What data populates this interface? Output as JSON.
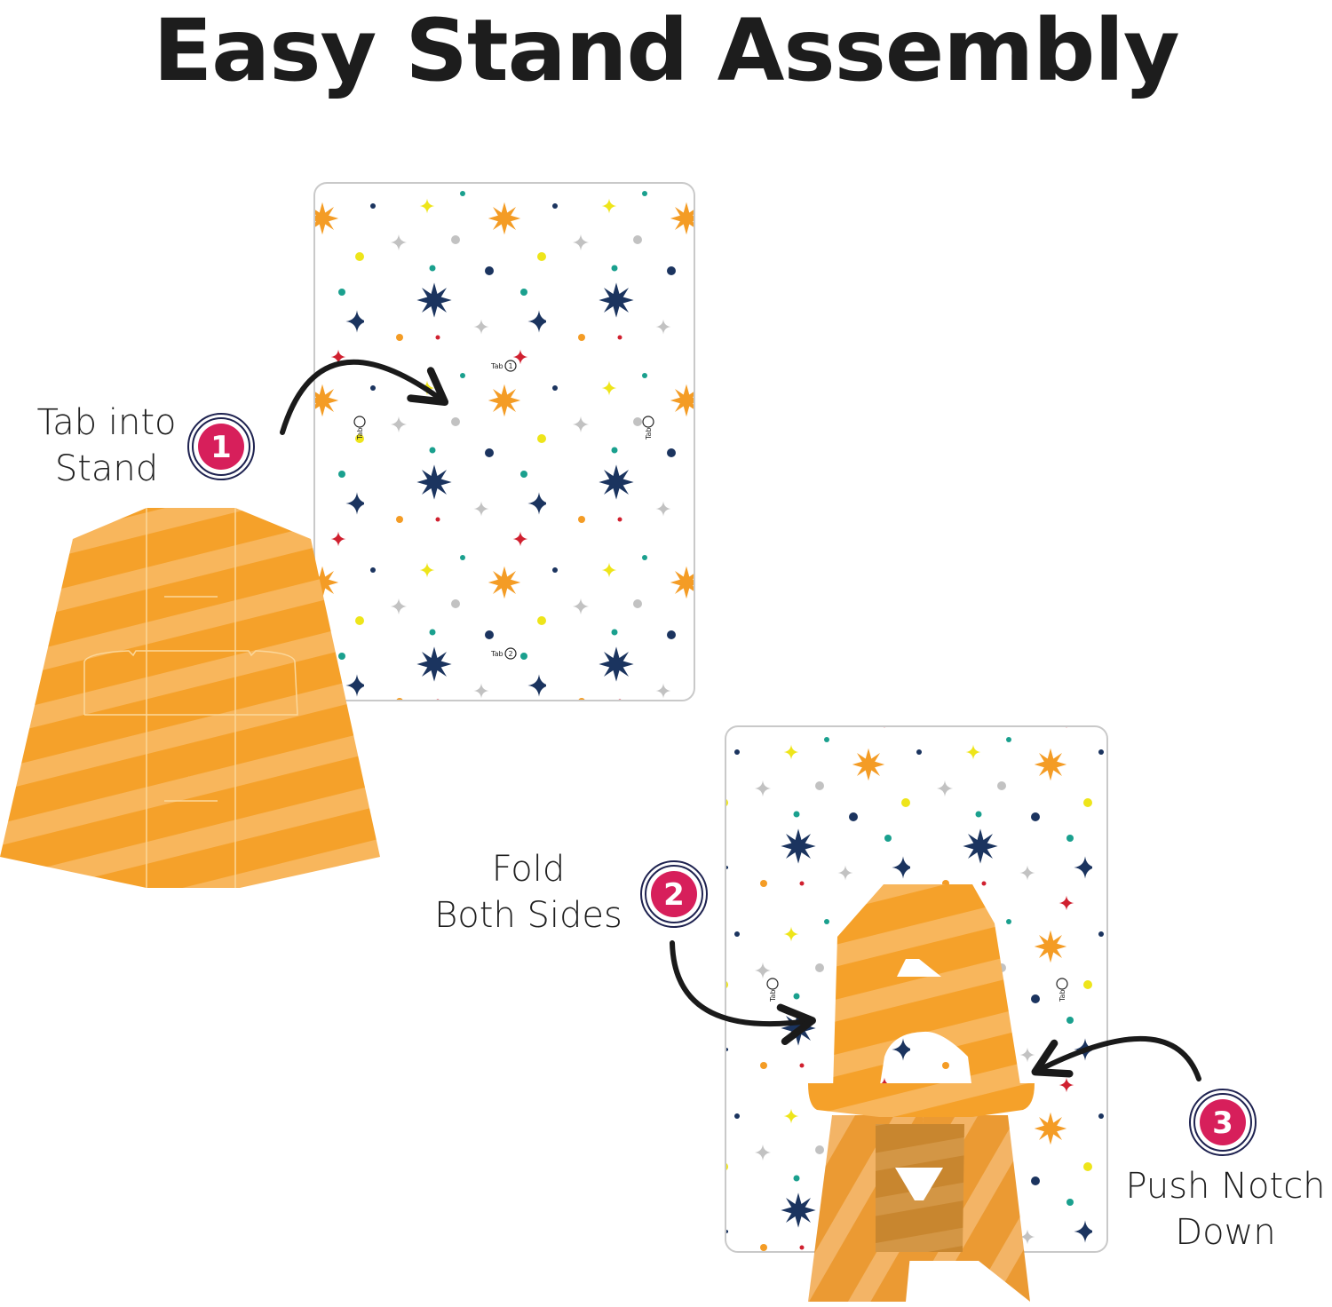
{
  "title": "Easy Stand Assembly",
  "colors": {
    "badge_fill": "#d71f5b",
    "badge_ring": "#1e2250",
    "stand_orange": "#f5a12a",
    "stand_orange_light": "#f8b65c",
    "star_navy": "#1b345f",
    "star_orange": "#f49c25",
    "star_gray": "#c2c2c2",
    "star_yellow": "#eee51a",
    "star_red": "#d0202f",
    "dot_teal": "#1aa08e",
    "arrow": "#1a1a1a"
  },
  "steps": [
    {
      "number": "1",
      "label_line1": "Tab into",
      "label_line2": "Stand"
    },
    {
      "number": "2",
      "label_line1": "Fold",
      "label_line2": "Both Sides"
    },
    {
      "number": "3",
      "label_line1": "Push Notch",
      "label_line2": "Down"
    }
  ],
  "card_markings": {
    "tab1": "Tab",
    "tab1_number": "1",
    "tab2": "Tab",
    "tab2_number": "2"
  }
}
